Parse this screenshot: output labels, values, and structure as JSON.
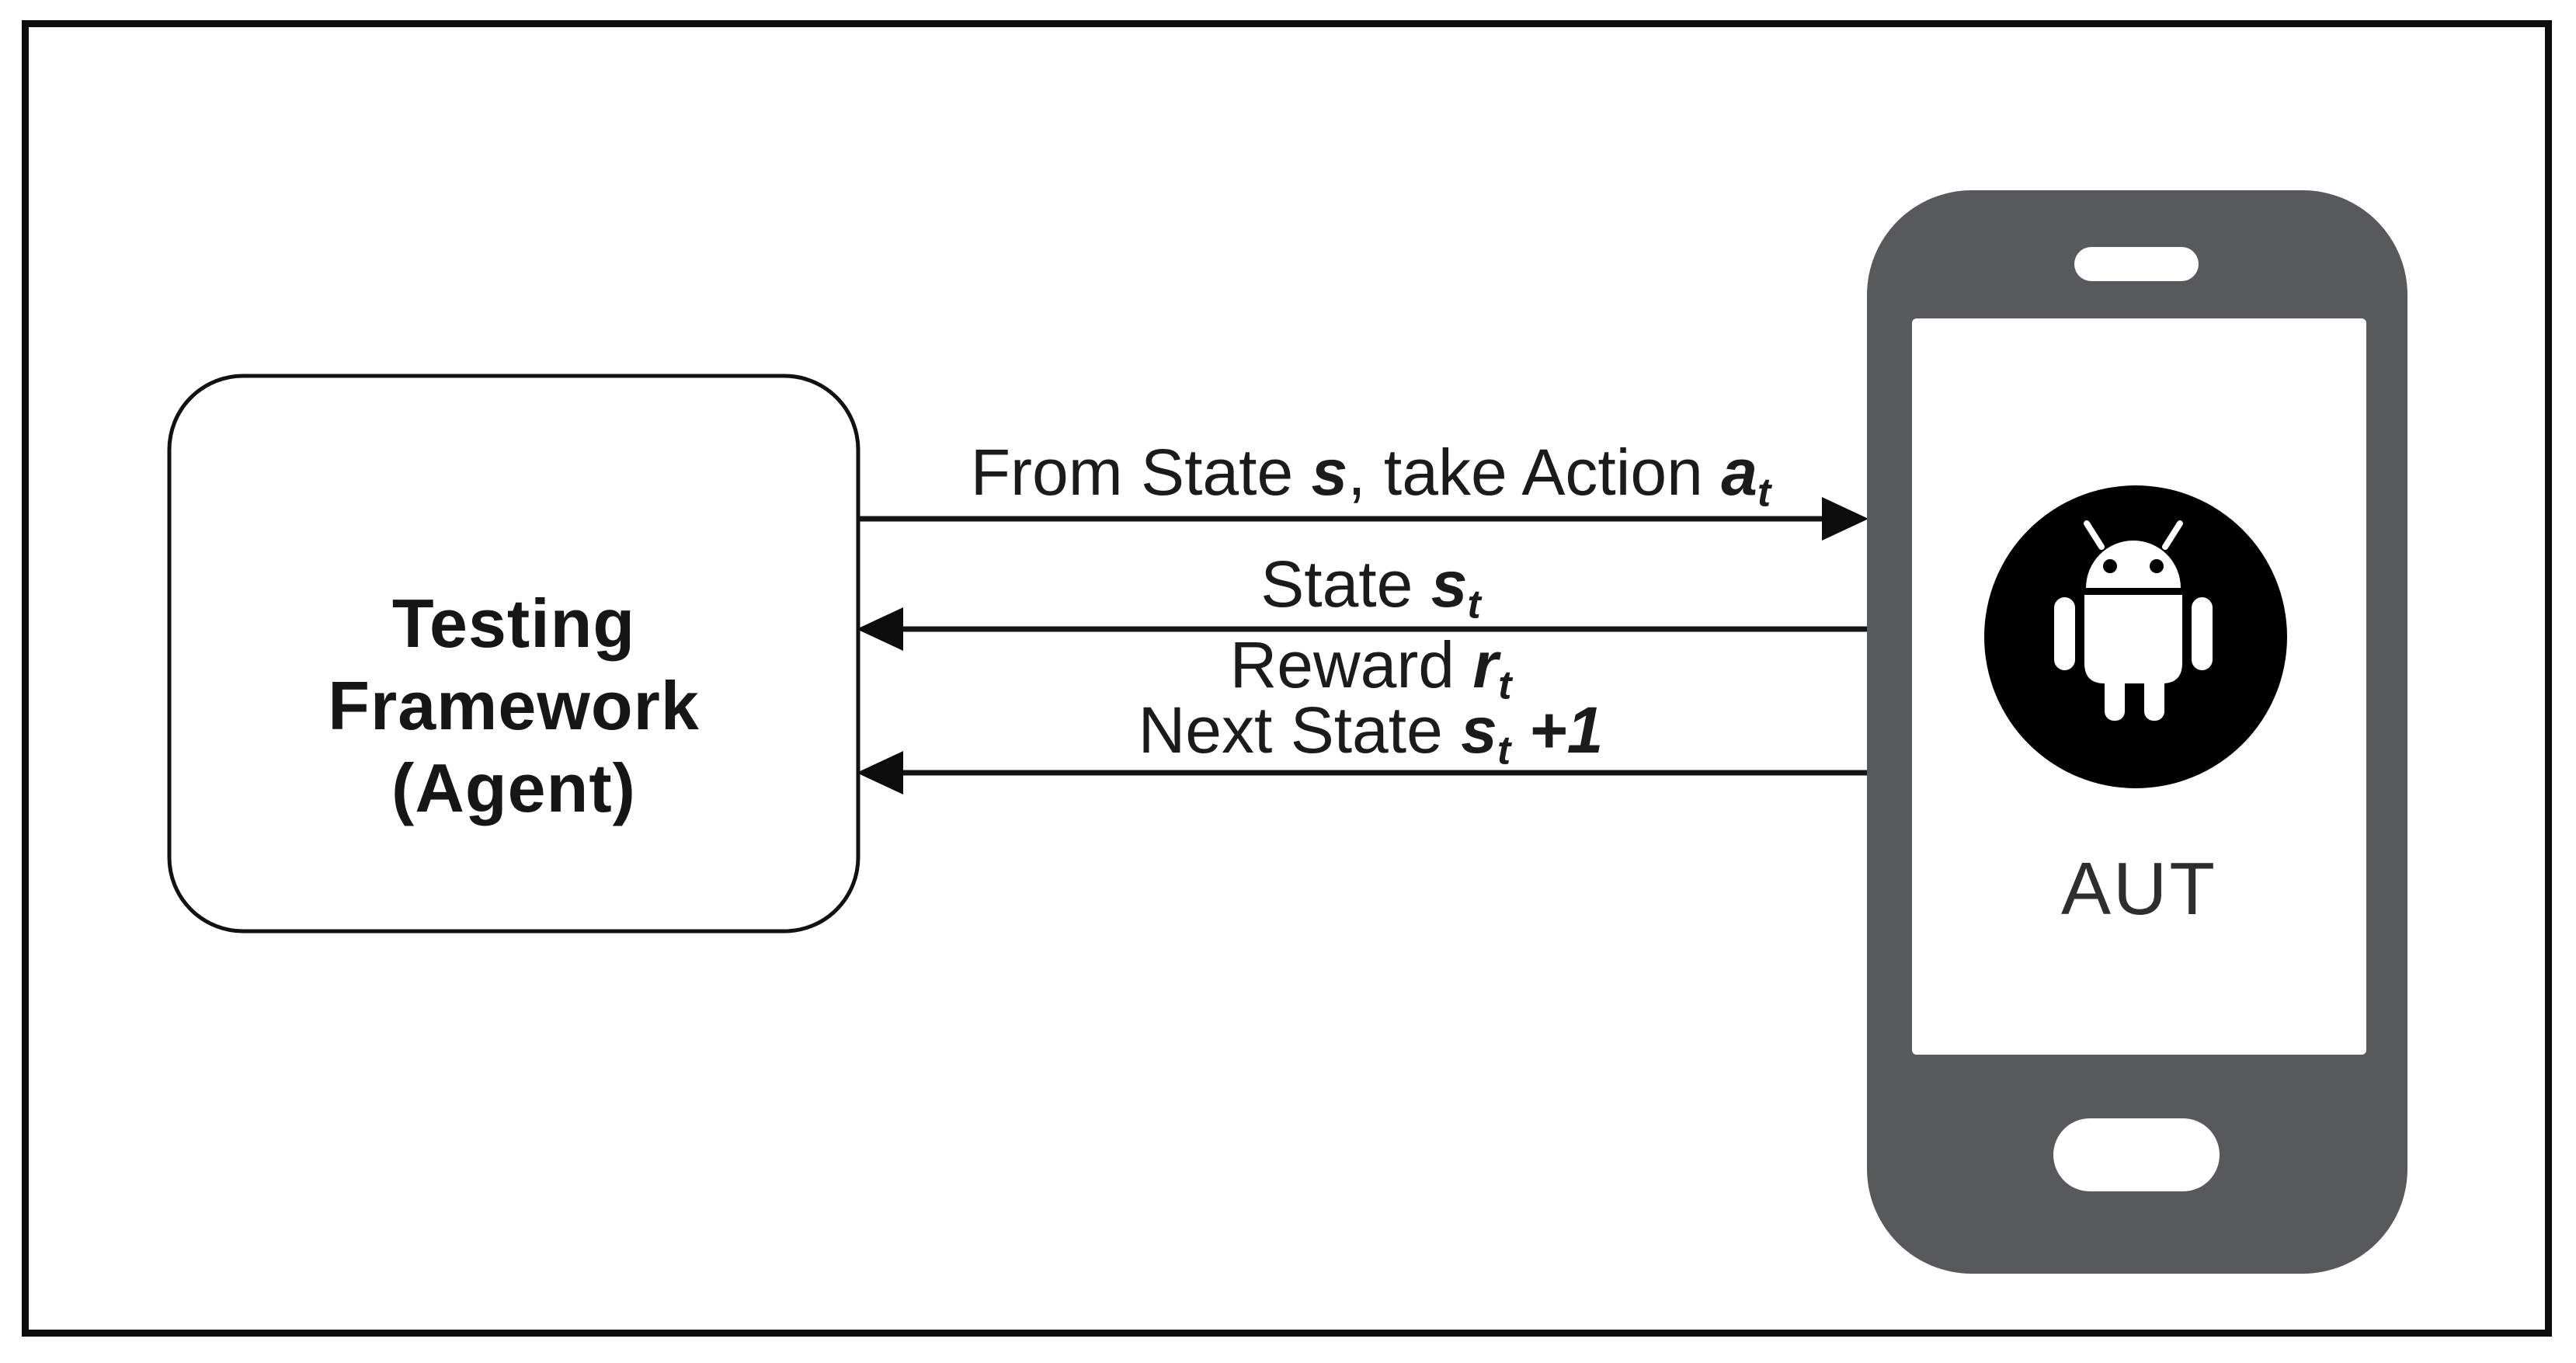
{
  "diagram": {
    "agent_box": {
      "line1": "Testing",
      "line2": "Framework",
      "line3": "(Agent)"
    },
    "labels": {
      "action": {
        "text_1": "From State ",
        "var_1": "s",
        "text_2": ", take Action ",
        "var_2": "a",
        "sub_2": "t"
      },
      "state": {
        "text_1": "State ",
        "var_1": "s",
        "sub_1": "t"
      },
      "reward": {
        "text_1": "Reward ",
        "var_1": "r",
        "sub_1": "t"
      },
      "next_state": {
        "text_1": "Next State ",
        "var_1": "s",
        "sub_1": "t",
        "text_2": " +1"
      }
    },
    "phone": {
      "label": "AUT"
    },
    "colors": {
      "phone_frame": "#58595b",
      "android_circle": "#000000",
      "robot": "#ffffff",
      "line": "#141414",
      "text": "#1b1b1b"
    }
  }
}
